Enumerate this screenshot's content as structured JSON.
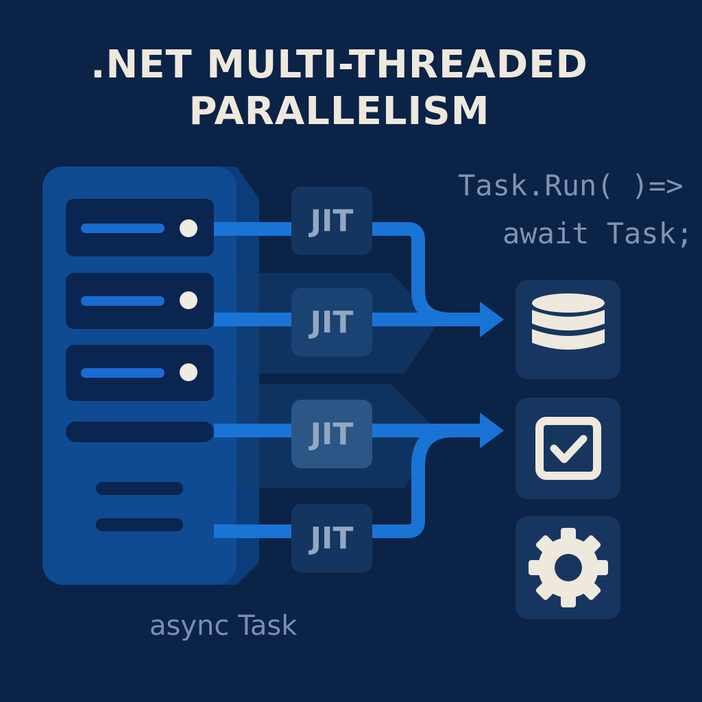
{
  "title": {
    "line1": ".NET MULTI-THREADED",
    "line2": "PARALLELISM"
  },
  "code": {
    "line1": "Task.Run( )=>",
    "line2": "await Task;"
  },
  "caption": "async Task",
  "jit_labels": [
    "JIT",
    "JIT",
    "JIT",
    "JIT"
  ],
  "icons": [
    "database-icon",
    "checkbox-icon",
    "gear-icon"
  ],
  "colors": {
    "background": "#0b2347",
    "server": "#0f4b92",
    "flow": "#1a74d6",
    "text": "#eee8dd"
  }
}
